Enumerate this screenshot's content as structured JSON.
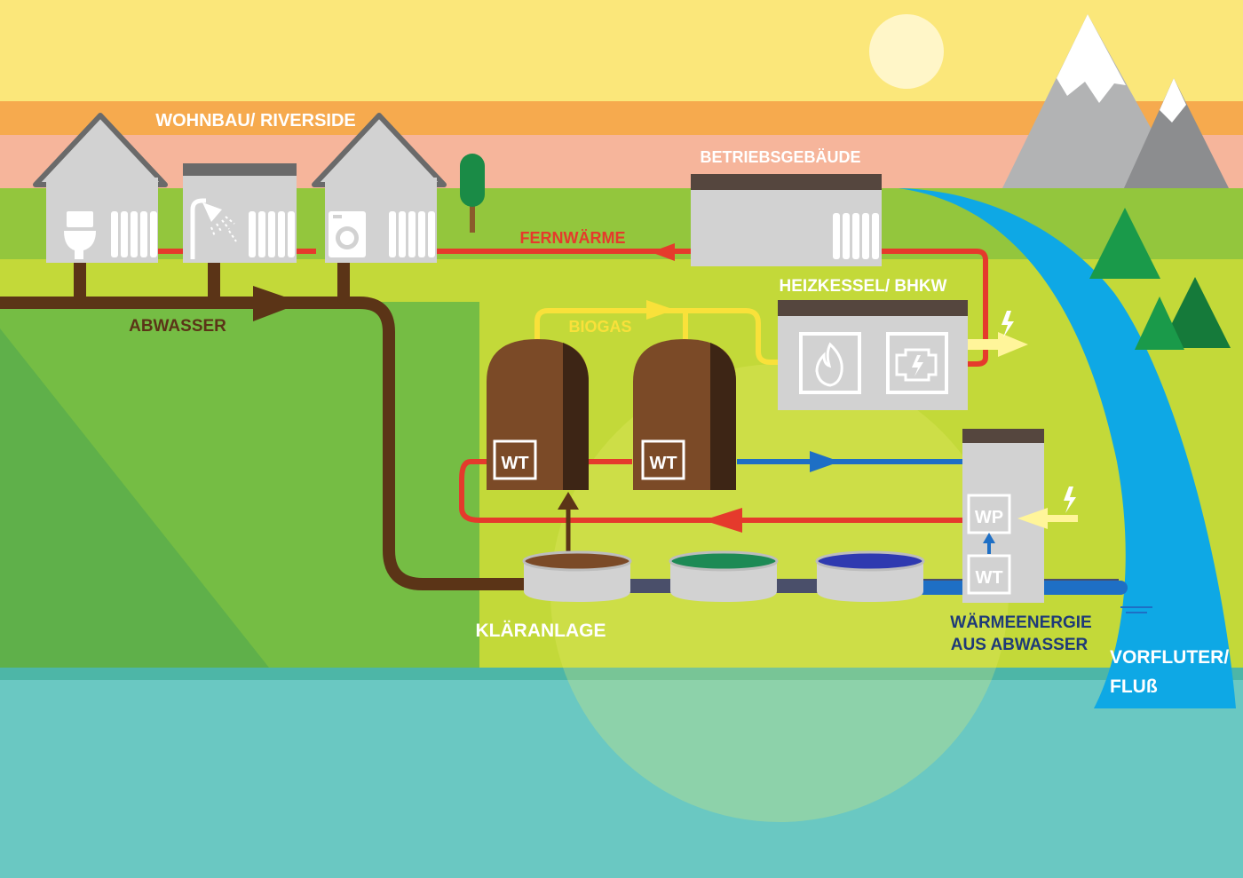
{
  "labels": {
    "wohnbau": "WOHNBAU/ RIVERSIDE",
    "betriebsgebaeude": "BETRIEBSGEBÄUDE",
    "fernwaerme": "FERNWÄRME",
    "heizkessel": "HEIZKESSEL/ BHKW",
    "abwasser": "ABWASSER",
    "biogas": "BIOGAS",
    "klaeranlage": "KLÄRANLAGE",
    "waermeenergie_line1": "WÄRMEENERGIE",
    "waermeenergie_line2": "AUS ABWASSER",
    "vorfluter_line1": "VORFLUTER/",
    "vorfluter_line2": "FLUß",
    "wt": "WT",
    "wp": "WP"
  },
  "colors": {
    "sky_yellow": "#fbe77a",
    "sky_orange": "#f6aa4e",
    "sky_pink": "#f6b59b",
    "grass_light": "#93c63d",
    "grass_lime": "#c3d939",
    "grass_dark": "#75bd44",
    "water_teal": "#6ac8c2",
    "river_blue": "#0ea8e5",
    "pipe_brown": "#5b3417",
    "pipe_red": "#e53a2c",
    "pipe_yellow": "#f9e13a",
    "pipe_blue": "#1e6fc5",
    "building_grey": "#d2d2d2",
    "roof_dark": "#55463e",
    "label_white": "#ffffff",
    "label_brown": "#5b3417",
    "label_navy": "#1e3a78"
  },
  "icons": [
    "toilet-icon",
    "radiator-icon",
    "shower-icon",
    "washing-machine-icon",
    "flame-icon",
    "engine-icon",
    "lightning-icon",
    "tree-icon",
    "sun-icon",
    "mountain-icon"
  ]
}
